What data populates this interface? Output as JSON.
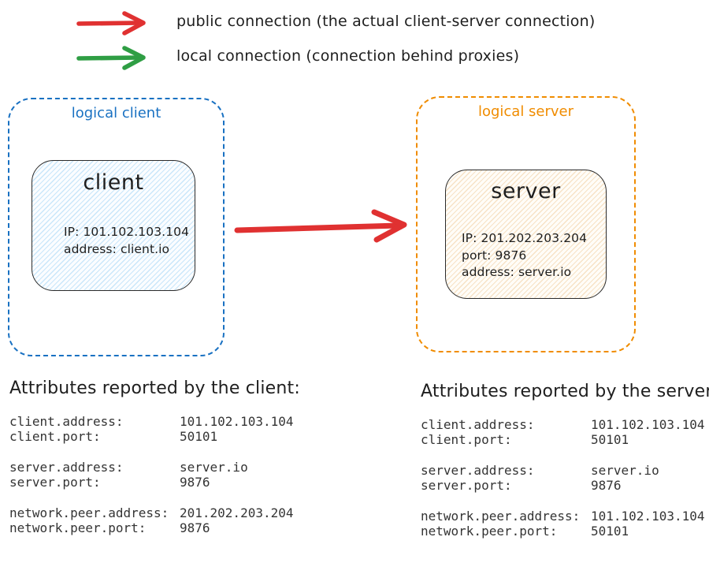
{
  "colors": {
    "public_connection": "#e03131",
    "local_connection": "#2f9e44",
    "logical_client_border": "#1971c2",
    "logical_server_border": "#f08c00",
    "client_fill_hatch": "#c9e6fa",
    "server_fill_hatch": "#f7e2c6",
    "ink": "#1e1e1e"
  },
  "legend": {
    "public": {
      "label": "public connection (the actual client-server connection)"
    },
    "local": {
      "label": "local connection (connection behind proxies)"
    }
  },
  "diagram": {
    "logical_client": {
      "label": "logical client",
      "node": {
        "title": "client",
        "line1": "IP: 101.102.103.104",
        "line2": "address: client.io"
      }
    },
    "logical_server": {
      "label": "logical server",
      "node": {
        "title": "server",
        "line1": "IP: 201.202.203.204",
        "line2": "port: 9876",
        "line3": "address: server.io"
      }
    }
  },
  "attributes": {
    "client": {
      "title": "Attributes reported by the client:",
      "groups": [
        [
          {
            "key": "client.address:",
            "value": "101.102.103.104"
          },
          {
            "key": "client.port:",
            "value": "50101"
          }
        ],
        [
          {
            "key": "server.address:",
            "value": "server.io"
          },
          {
            "key": "server.port:",
            "value": "9876"
          }
        ],
        [
          {
            "key": "network.peer.address:",
            "value": "201.202.203.204"
          },
          {
            "key": "network.peer.port:",
            "value": "9876"
          }
        ]
      ]
    },
    "server": {
      "title": "Attributes reported by the server:",
      "groups": [
        [
          {
            "key": "client.address:",
            "value": "101.102.103.104"
          },
          {
            "key": "client.port:",
            "value": "50101"
          }
        ],
        [
          {
            "key": "server.address:",
            "value": "server.io"
          },
          {
            "key": "server.port:",
            "value": "9876"
          }
        ],
        [
          {
            "key": "network.peer.address:",
            "value": "101.102.103.104"
          },
          {
            "key": "network.peer.port:",
            "value": "50101"
          }
        ]
      ]
    }
  }
}
